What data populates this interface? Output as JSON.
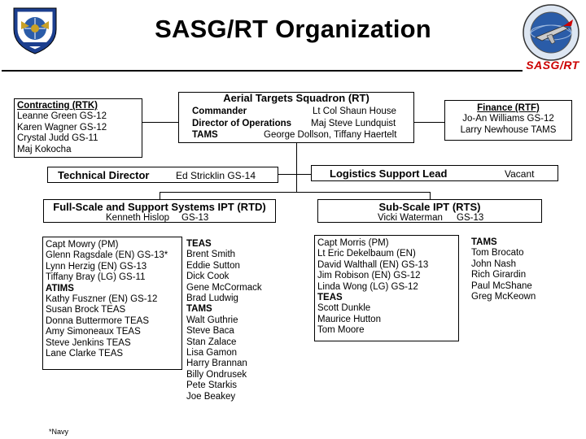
{
  "title": "SASG/RT Organization",
  "logo_text": "SASG/RT",
  "footnote": "*Navy",
  "contracting": {
    "heading": "Contracting (RTK)",
    "members": [
      "Leanne Green GS-12",
      "Karen Wagner GS-12",
      "Crystal Judd GS-11",
      "Maj Kokocha"
    ]
  },
  "squadron": {
    "heading": "Aerial Targets Squadron (RT)",
    "commander_label": "Commander",
    "commander_name": "Lt Col Shaun House",
    "ops_label": "Director of Operations",
    "ops_name": "Maj Steve Lundquist",
    "tams_label": "TAMS",
    "tams_names": "George Dollson, Tiffany Haertelt"
  },
  "finance": {
    "heading": "Finance (RTF)",
    "members": [
      "Jo-An Williams GS-12",
      "Larry Newhouse TAMS"
    ]
  },
  "technical_director": {
    "label": "Technical Director",
    "name": "Ed Stricklin GS-14"
  },
  "logistics": {
    "label": "Logistics Support Lead",
    "name": "Vacant"
  },
  "full_scale_ipt": {
    "heading": "Full-Scale and Support Systems IPT (RTD)",
    "lead": "Kenneth Hislop",
    "grade": "GS-13",
    "members": [
      {
        "text": "Capt Mowry (PM)",
        "bold": false
      },
      {
        "text": "Glenn Ragsdale (EN) GS-13*",
        "bold": false
      },
      {
        "text": "Lynn Herzig (EN) GS-13",
        "bold": false
      },
      {
        "text": "Tiffany Bray (LG) GS-11",
        "bold": false
      },
      {
        "text": "ATIMS",
        "bold": true
      },
      {
        "text": "Kathy Fuszner (EN) GS-12",
        "bold": false
      },
      {
        "text": "Susan Brock TEAS",
        "bold": false
      },
      {
        "text": "Donna Buttermore TEAS",
        "bold": false
      },
      {
        "text": "Amy Simoneaux TEAS",
        "bold": false
      },
      {
        "text": "Steve Jenkins TEAS",
        "bold": false
      },
      {
        "text": "Lane Clarke TEAS",
        "bold": false
      }
    ],
    "contractors": [
      {
        "text": "TEAS",
        "bold": true
      },
      {
        "text": "Brent Smith",
        "bold": false
      },
      {
        "text": "Eddie Sutton",
        "bold": false
      },
      {
        "text": "Dick Cook",
        "bold": false
      },
      {
        "text": "Gene McCormack",
        "bold": false
      },
      {
        "text": "Brad Ludwig",
        "bold": false
      },
      {
        "text": "TAMS",
        "bold": true
      },
      {
        "text": "Walt Guthrie",
        "bold": false
      },
      {
        "text": "Steve Baca",
        "bold": false
      },
      {
        "text": "Stan Zalace",
        "bold": false
      },
      {
        "text": "Lisa Gamon",
        "bold": false
      },
      {
        "text": "Harry Brannan",
        "bold": false
      },
      {
        "text": "Billy Ondrusek",
        "bold": false
      },
      {
        "text": "Pete Starkis",
        "bold": false
      },
      {
        "text": "Joe Beakey",
        "bold": false
      }
    ]
  },
  "sub_scale_ipt": {
    "heading": "Sub-Scale IPT (RTS)",
    "lead": "Vicki Waterman",
    "grade": "GS-13",
    "members": [
      {
        "text": "Capt Morris (PM)",
        "bold": false
      },
      {
        "text": "Lt Eric Dekelbaum (EN)",
        "bold": false
      },
      {
        "text": "David Walthall (EN) GS-13",
        "bold": false
      },
      {
        "text": "Jim Robison (EN) GS-12",
        "bold": false
      },
      {
        "text": "Linda Wong (LG) GS-12",
        "bold": false
      },
      {
        "text": "TEAS",
        "bold": true
      },
      {
        "text": "Scott Dunkle",
        "bold": false
      },
      {
        "text": "Maurice Hutton",
        "bold": false
      },
      {
        "text": "Tom Moore",
        "bold": false
      }
    ],
    "contractors": [
      {
        "text": "TAMS",
        "bold": true
      },
      {
        "text": "Tom Brocato",
        "bold": false
      },
      {
        "text": "John Nash",
        "bold": false
      },
      {
        "text": "Rich Girardin",
        "bold": false
      },
      {
        "text": "Paul McShane",
        "bold": false
      },
      {
        "text": "Greg McKeown",
        "bold": false
      }
    ]
  },
  "colors": {
    "emblem_blue": "#1c3f8f",
    "logo_red": "#cc0000",
    "globe_blue": "#2a5ca8"
  },
  "icons": {
    "left": "air-force-materiel-command-emblem",
    "right": "aerial-targets-program-seal"
  }
}
